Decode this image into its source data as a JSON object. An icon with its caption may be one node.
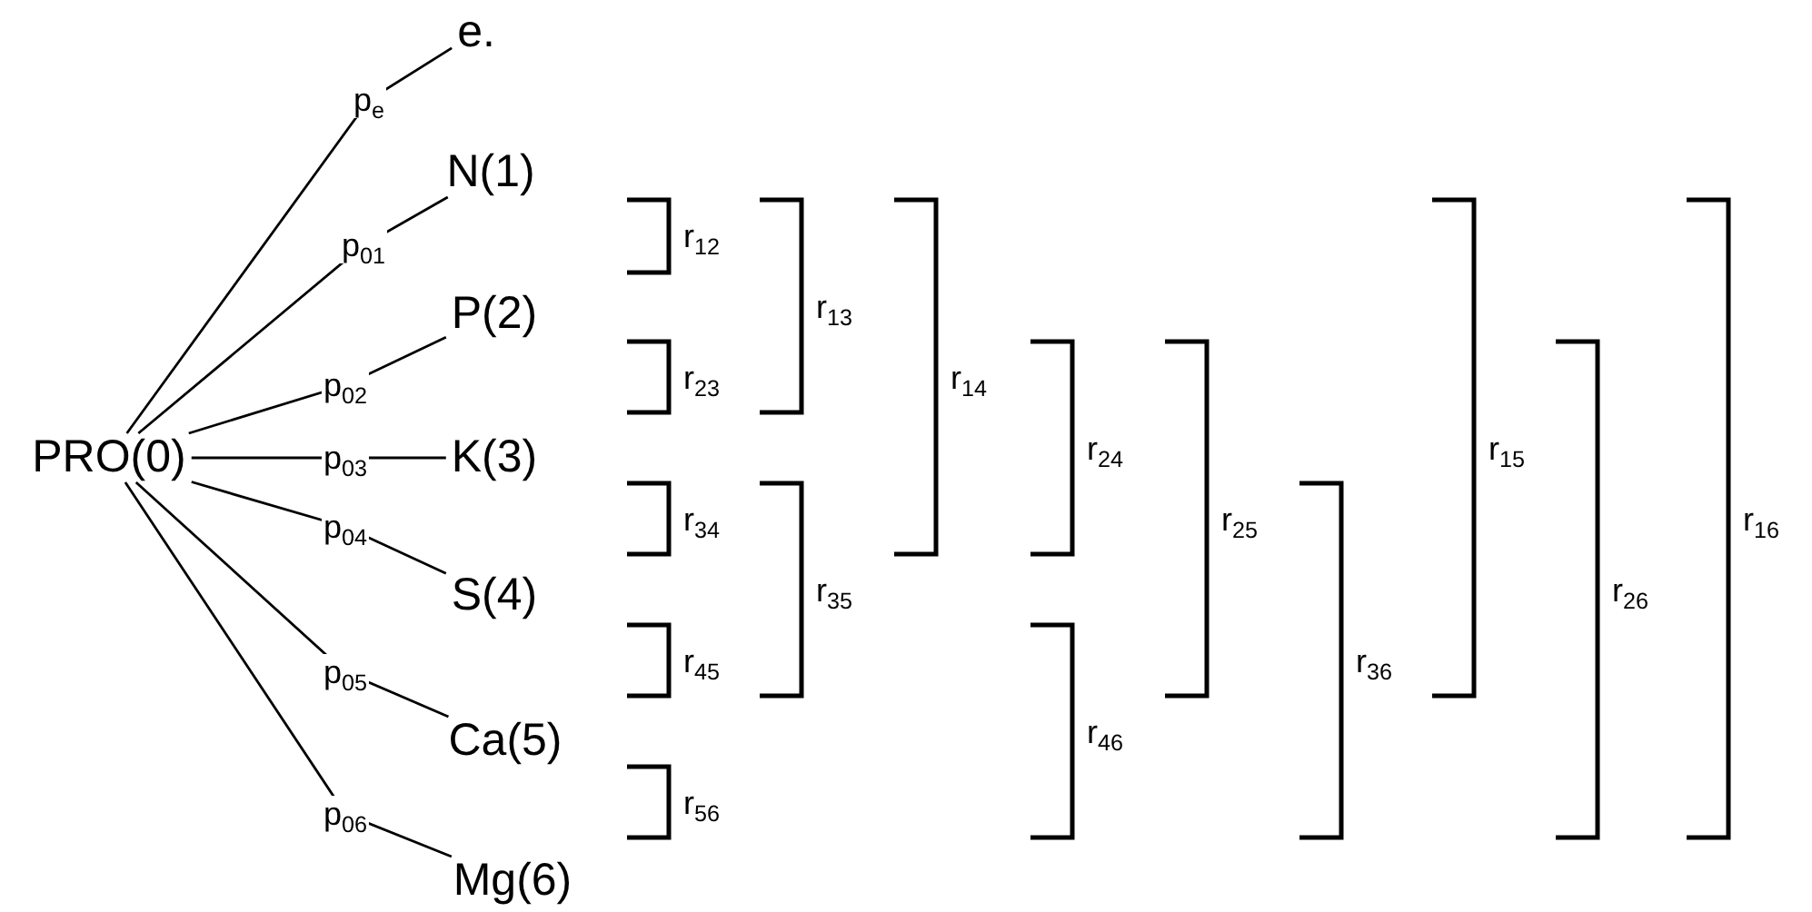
{
  "diagram": {
    "nodes": [
      {
        "text": [
          "PRO(0)"
        ]
      },
      {
        "text": [
          "e."
        ]
      },
      {
        "text": [
          "N(1)"
        ]
      },
      {
        "text": [
          "P(2)"
        ]
      },
      {
        "text": [
          "K(3)"
        ]
      },
      {
        "text": [
          "S(4)"
        ]
      },
      {
        "text": [
          "Ca(5)"
        ]
      },
      {
        "text": [
          "Mg(6)"
        ]
      }
    ],
    "edges": [
      {
        "from": 0,
        "to": 1,
        "arrow": "none",
        "label": "p$_{e}$"
      },
      {
        "from": 0,
        "to": 2,
        "arrow": "none",
        "label": "p$_{01}$"
      },
      {
        "from": 0,
        "to": 3,
        "arrow": "none",
        "label": "p$_{02}$"
      },
      {
        "from": 0,
        "to": 4,
        "arrow": "none",
        "label": "p$_{03}$"
      },
      {
        "from": 0,
        "to": 5,
        "arrow": "none",
        "label": "p$_{04}$"
      },
      {
        "from": 0,
        "to": 6,
        "arrow": "none",
        "label": "p$_{05}$"
      },
      {
        "from": 0,
        "to": 7,
        "arrow": "none",
        "label": "p$_{06}$"
      }
    ],
    "labels": [
      "r$_{12}$",
      "r$_{23}$",
      "r$_{34}$",
      "r$_{45}$",
      "r$_{56}$",
      "r$_{13}$",
      "r$_{35}$",
      "r$_{14}$",
      "r$_{24}$",
      "r$_{46}$",
      "r$_{25}$",
      "r$_{36}$",
      "r$_{15}$",
      "r$_{26}$",
      "r$_{16}$"
    ]
  }
}
